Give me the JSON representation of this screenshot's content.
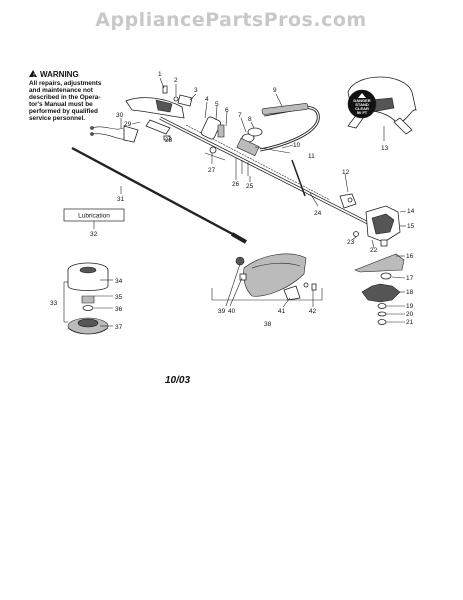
{
  "watermark": "AppliancePartsPros.com",
  "warning": {
    "title": "WARNING",
    "lines": [
      "All repairs, adjustments",
      "and maintenance not",
      "described in the Opera-",
      "tor's Manual must be",
      "performed by qualified",
      "service personnel."
    ]
  },
  "decal": {
    "lines": [
      "DANGER",
      "STAND",
      "CLEAR",
      "50 FT"
    ]
  },
  "lubrication_label": "Lubrication",
  "date": "10/03",
  "callouts": [
    "1",
    "2",
    "3",
    "4",
    "5",
    "6",
    "7",
    "8",
    "9",
    "10",
    "11",
    "12",
    "13",
    "14",
    "15",
    "16",
    "17",
    "18",
    "19",
    "20",
    "21",
    "22",
    "23",
    "24",
    "25",
    "26",
    "27",
    "28",
    "29",
    "30",
    "31",
    "32",
    "33",
    "34",
    "35",
    "36",
    "37",
    "38",
    "39",
    "40",
    "41",
    "42"
  ]
}
